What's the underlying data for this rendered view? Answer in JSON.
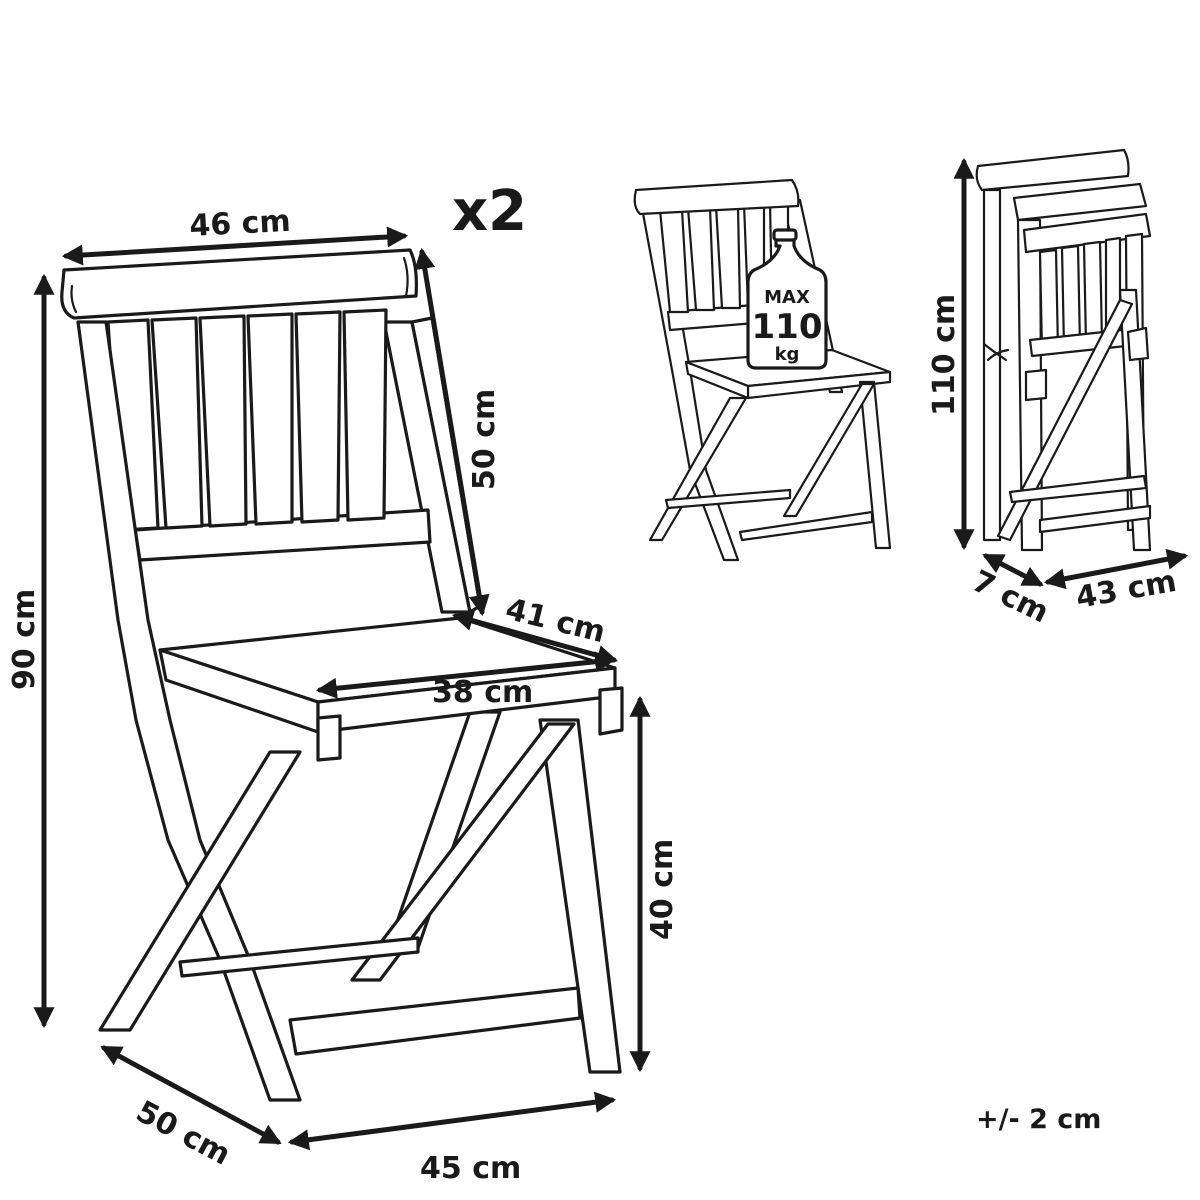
{
  "quantity": "x2",
  "tolerance": "+/- 2 cm",
  "dimensions": {
    "top_width": "46 cm",
    "back_height": "50 cm",
    "total_height": "90 cm",
    "seat_depth": "41 cm",
    "seat_width": "38 cm",
    "seat_height": "40 cm",
    "base_depth": "50 cm",
    "base_width": "45 cm",
    "folded_height": "110 cm",
    "folded_depth": "7 cm",
    "folded_width": "43 cm"
  },
  "load_badge": {
    "line1": "MAX",
    "line2": "110",
    "line3": "kg"
  },
  "colors": {
    "line": "#1a1a1a",
    "background": "#ffffff"
  }
}
